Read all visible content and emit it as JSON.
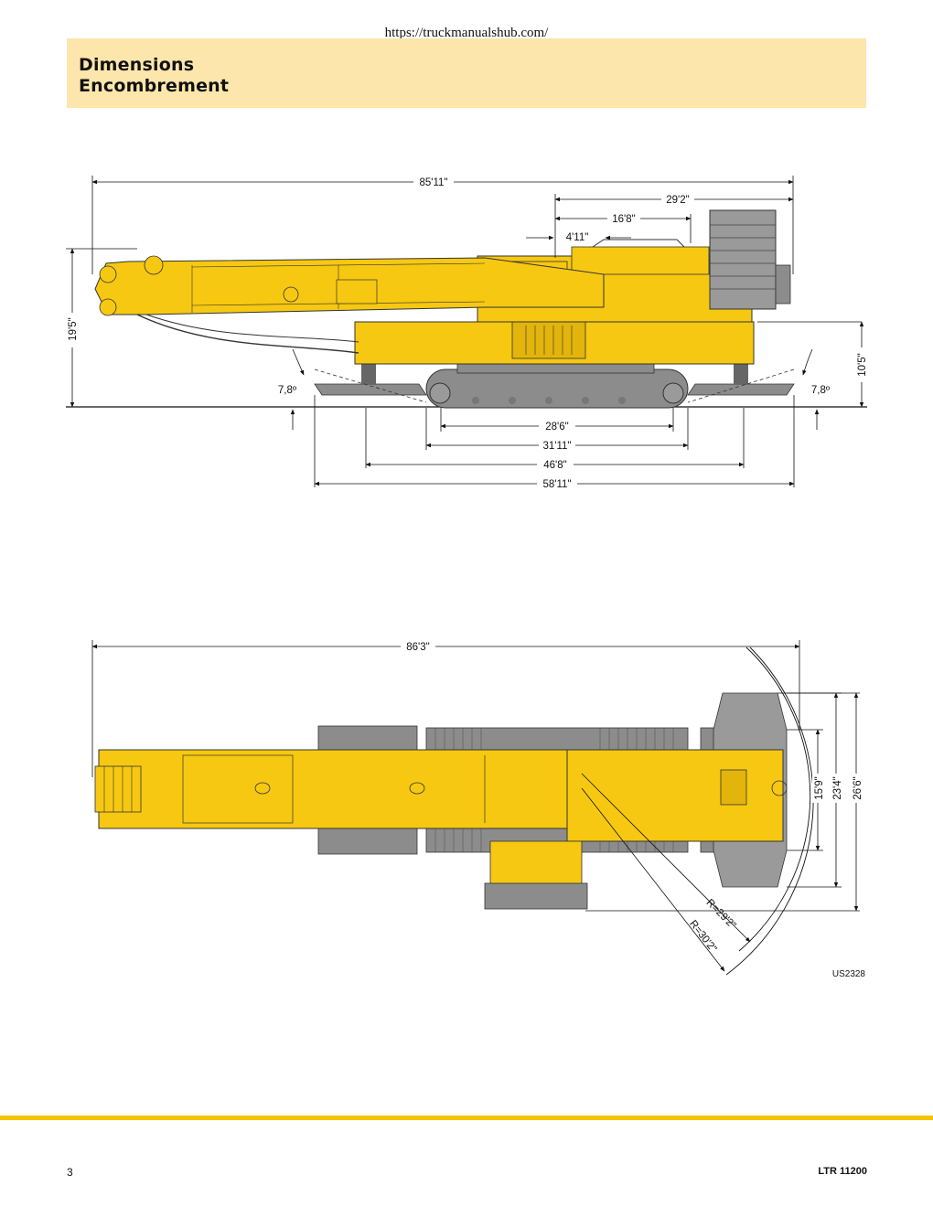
{
  "header": {
    "url": "https://truckmanualshub.com/",
    "title_en": "Dimensions",
    "title_fr": "Encombrement"
  },
  "side_view": {
    "overall_length": "85'11\"",
    "rear_to_cab": "29'2\"",
    "superstructure": "16'8\"",
    "cab_offset": "4'11\"",
    "overall_height": "19'5\"",
    "carbody_height": "10'5\"",
    "angle_left": "7,8º",
    "angle_right": "7,8º",
    "track_contact": "28'6\"",
    "track_length": "31'11\"",
    "pad_centers": "46'8\"",
    "outrigger_span": "58'11\""
  },
  "top_view": {
    "overall_length": "86'3\"",
    "width_inner": "15'9\"",
    "width_mid": "23'4\"",
    "width_outer": "26'6\"",
    "radius_small": "R=29'2\"",
    "radius_large": "R=30'2\"",
    "drawing_code": "US2328"
  },
  "footer": {
    "page_number": "3",
    "model": "LTR 11200"
  },
  "colors": {
    "crane_yellow": "#f6c811",
    "track_gray": "#8c8c8c",
    "title_band": "#fde6ac",
    "footer_rule": "#f5c400"
  }
}
